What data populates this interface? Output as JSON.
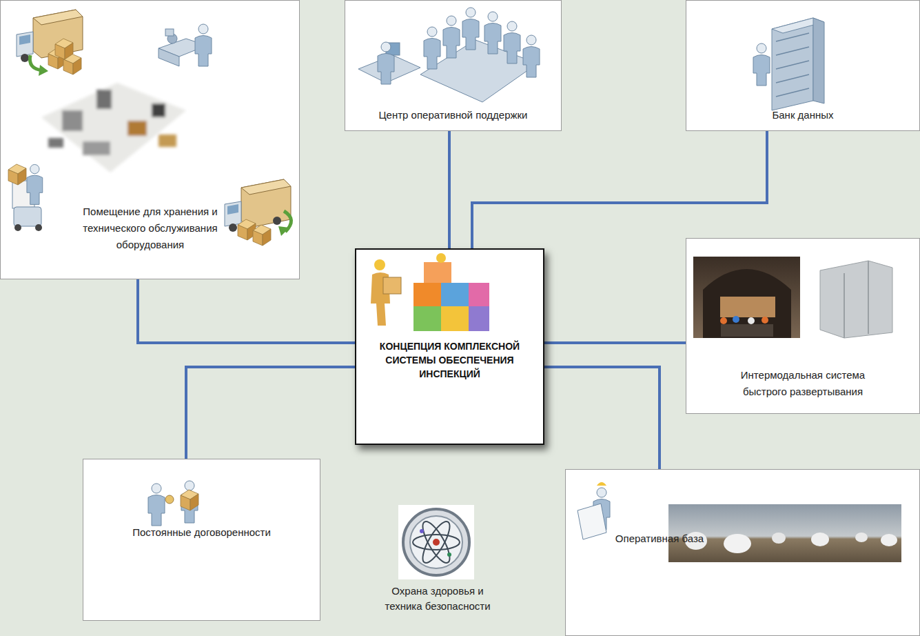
{
  "diagram": {
    "nodes": [
      {
        "text": [
          "Помещение для хранения и технического обслуживания оборудования"
        ]
      },
      {
        "text": [
          "Центр оперативной поддержки"
        ]
      },
      {
        "text": [
          "Банк данных"
        ]
      },
      {
        "text": [
          "КОНЦЕПЦИЯ КОМПЛЕКСНОЙ СИСТЕМЫ ОБЕСПЕЧЕНИЯ ИНСПЕКЦИЙ"
        ]
      },
      {
        "text": [
          "Интермодальная система быстрого развертывания"
        ]
      },
      {
        "text": [
          "Постоянные договоренности"
        ]
      },
      {
        "text": [
          "Оперативная база"
        ]
      }
    ],
    "edges": [
      {
        "from": 0,
        "to": 3,
        "arrow": "none"
      },
      {
        "from": 1,
        "to": 3,
        "arrow": "none"
      },
      {
        "from": 2,
        "to": 3,
        "arrow": "none"
      },
      {
        "from": 3,
        "to": 4,
        "arrow": "none"
      },
      {
        "from": 3,
        "to": 5,
        "arrow": "none"
      },
      {
        "from": 3,
        "to": 6,
        "arrow": "none"
      }
    ],
    "labels": [
      "Охрана здоровья и техника безопасности"
    ]
  }
}
